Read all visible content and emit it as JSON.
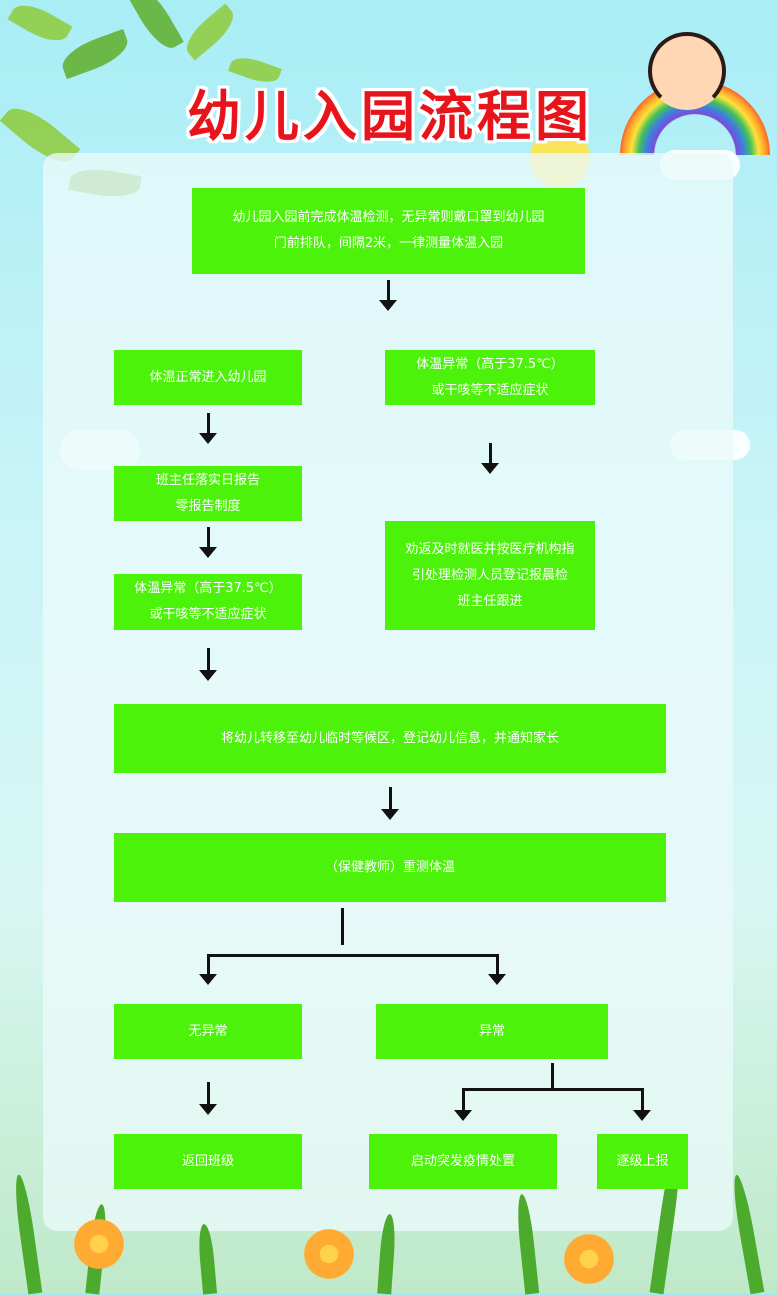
{
  "title": "幼儿入园流程图",
  "steps": {
    "pre_check": {
      "line1": "幼儿园入园前完成体温检测，无异常则戴口罩到幼儿园",
      "line2": "门前排队，间隔2米，一律测量体温入园"
    },
    "normal_enter": "体温正常进入幼儿园",
    "abnormal_top": {
      "line1": "体温异常（高于37.5℃）",
      "line2": "或干咳等不适应症状"
    },
    "teacher_report": {
      "line1": "班主任落实日报告",
      "line2": "零报告制度"
    },
    "advise_medical": {
      "line1": "劝返及时就医并按医疗机构指",
      "line2": "引处理检测人员登记报晨检",
      "line3": "班主任跟进"
    },
    "abnormal_mid": {
      "line1": "体温异常（高于37.5℃）",
      "line2": "或干咳等不适应症状"
    },
    "transfer": "将幼儿转移至幼儿临时等候区，登记幼儿信息，并通知家长",
    "recheck": "（保健教师）重测体温",
    "no_abnormal": "无异常",
    "abnormal": "异常",
    "return_class": "返回班级",
    "start_response": "启动突发疫情处置",
    "report_up": "逐级上报"
  },
  "colors": {
    "box_fill": "#4cf20a",
    "title": "#e8141c",
    "arrow": "#111111"
  }
}
